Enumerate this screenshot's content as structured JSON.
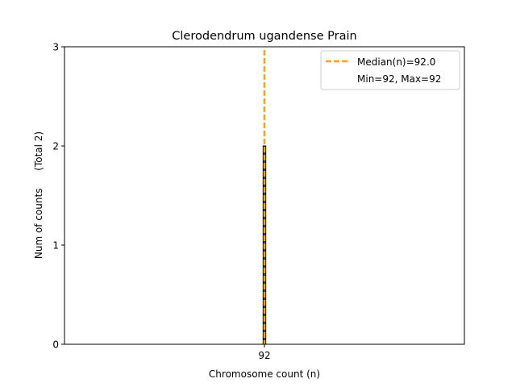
{
  "chart_data": {
    "type": "bar",
    "title": "Clerodendrum ugandense Prain",
    "xlabel": "Chromosome count (n)",
    "ylabel": "Num of counts",
    "ylabel_total": "(Total 2)",
    "categories": [
      "92"
    ],
    "values": [
      2
    ],
    "ylim": [
      0,
      3
    ],
    "y_ticks": [
      0,
      1,
      2,
      3
    ],
    "x_ticks": [
      "92"
    ],
    "median": 92.0,
    "min": 92,
    "max": 92,
    "grid": false,
    "legend_position": "top-right",
    "legend": [
      {
        "label": "Median(n)=92.0",
        "style": "dashed-line",
        "color": "#ffa500"
      },
      {
        "label": "Min=92, Max=92",
        "style": "none"
      }
    ],
    "colors": {
      "bar_fill": "#2f4f4f",
      "bar_edge": "#000000",
      "median_line": "#ffa500"
    }
  }
}
